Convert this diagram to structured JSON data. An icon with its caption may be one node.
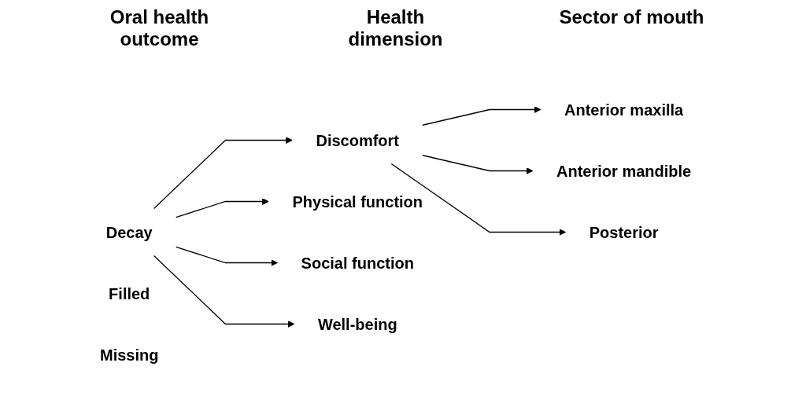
{
  "diagram": {
    "nodes": [
      {
        "text": [
          "Decay"
        ]
      },
      {
        "text": [
          "Filled"
        ]
      },
      {
        "text": [
          "Missing"
        ]
      },
      {
        "text": [
          "Discomfort"
        ]
      },
      {
        "text": [
          "Physical function"
        ]
      },
      {
        "text": [
          "Social function"
        ]
      },
      {
        "text": [
          "Well-being"
        ]
      },
      {
        "text": [
          "Anterior maxilla"
        ]
      },
      {
        "text": [
          "Anterior mandible"
        ]
      },
      {
        "text": [
          "Posterior"
        ]
      }
    ],
    "edges": [
      {
        "from": 0,
        "to": 3,
        "arrow": "to"
      },
      {
        "from": 0,
        "to": 4,
        "arrow": "to"
      },
      {
        "from": 0,
        "to": 5,
        "arrow": "to"
      },
      {
        "from": 0,
        "to": 6,
        "arrow": "to"
      },
      {
        "from": 3,
        "to": 7,
        "arrow": "to"
      },
      {
        "from": 3,
        "to": 8,
        "arrow": "to"
      },
      {
        "from": 3,
        "to": 9,
        "arrow": "to"
      }
    ],
    "labels": [
      "Oral health outcome",
      "Health dimension",
      "Sector of mouth"
    ]
  }
}
